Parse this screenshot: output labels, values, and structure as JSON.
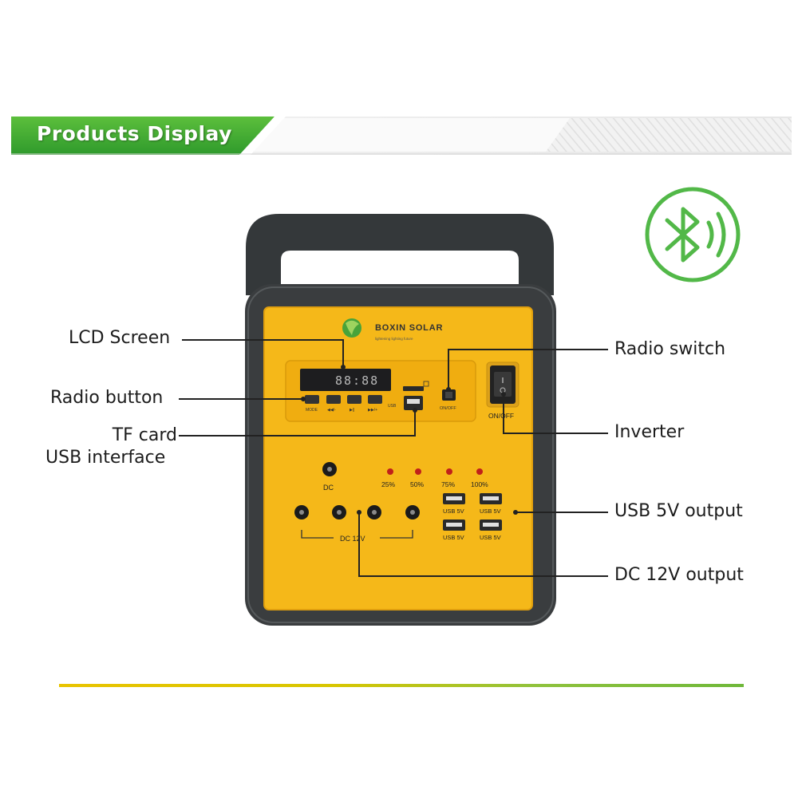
{
  "banner": {
    "title": "Products Display"
  },
  "product": {
    "brand": "BOXIN SOLAR",
    "tagline": "lightening lighting future",
    "lcd_text": "88:88",
    "buttons": [
      "MODE",
      "◀◀/-",
      "▶||",
      "▶▶/+"
    ],
    "usb_small_label": "USB",
    "radio_switch_label": "ON/OFF",
    "inverter_label": "ON/OFF",
    "dc_top_label": "DC",
    "dc_group_label": "DC 12V",
    "battery_levels": [
      "25%",
      "50%",
      "75%",
      "100%"
    ],
    "usb_port_label": "USB 5V"
  },
  "callouts": {
    "lcd_screen": "LCD Screen",
    "radio_button": "Radio button",
    "tf_card_line1": "TF card",
    "tf_card_line2": "USB interface",
    "radio_switch": "Radio switch",
    "inverter": "Inverter",
    "usb_output": "USB 5V output",
    "dc_output": "DC 12V output"
  },
  "colors": {
    "banner_green": "#3aa635",
    "body_yellow": "#f5b819",
    "casing_dark": "#3a3d3f",
    "bluetooth_green": "#52b848",
    "led_red": "#c0201a"
  },
  "icons": {
    "bluetooth": "bluetooth-audio-icon"
  }
}
